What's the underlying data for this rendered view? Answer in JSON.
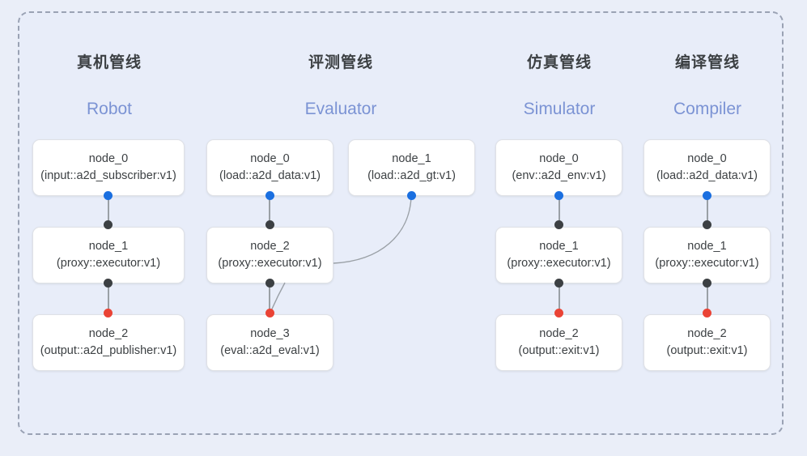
{
  "diagram": {
    "frame_style": "dashed",
    "background_color": "#e8edf9",
    "accent_color": "#7b93d4",
    "port_colors": {
      "input": "#1a6fe0",
      "internal": "#3c4043",
      "output": "#ea4335"
    }
  },
  "columns": [
    {
      "id": "robot",
      "title_cn": "真机管线",
      "title_en": "Robot",
      "nodes": [
        {
          "name": "node_0",
          "spec": "(input::a2d_subscriber:v1)"
        },
        {
          "name": "node_1",
          "spec": "(proxy::executor:v1)"
        },
        {
          "name": "node_2",
          "spec": "(output::a2d_publisher:v1)"
        }
      ]
    },
    {
      "id": "evaluator",
      "title_cn": "评测管线",
      "title_en": "Evaluator",
      "nodes": [
        {
          "name": "node_0",
          "spec": "(load::a2d_data:v1)"
        },
        {
          "name": "node_2",
          "spec": "(proxy::executor:v1)"
        },
        {
          "name": "node_3",
          "spec": "(eval::a2d_eval:v1)"
        },
        {
          "name": "node_1",
          "spec": "(load::a2d_gt:v1)"
        }
      ]
    },
    {
      "id": "simulator",
      "title_cn": "仿真管线",
      "title_en": "Simulator",
      "nodes": [
        {
          "name": "node_0",
          "spec": "(env::a2d_env:v1)"
        },
        {
          "name": "node_1",
          "spec": "(proxy::executor:v1)"
        },
        {
          "name": "node_2",
          "spec": "(output::exit:v1)"
        }
      ]
    },
    {
      "id": "compiler",
      "title_cn": "编译管线",
      "title_en": "Compiler",
      "nodes": [
        {
          "name": "node_0",
          "spec": "(load::a2d_data:v1)"
        },
        {
          "name": "node_1",
          "spec": "(proxy::executor:v1)"
        },
        {
          "name": "node_2",
          "spec": "(output::exit:v1)"
        }
      ]
    }
  ]
}
